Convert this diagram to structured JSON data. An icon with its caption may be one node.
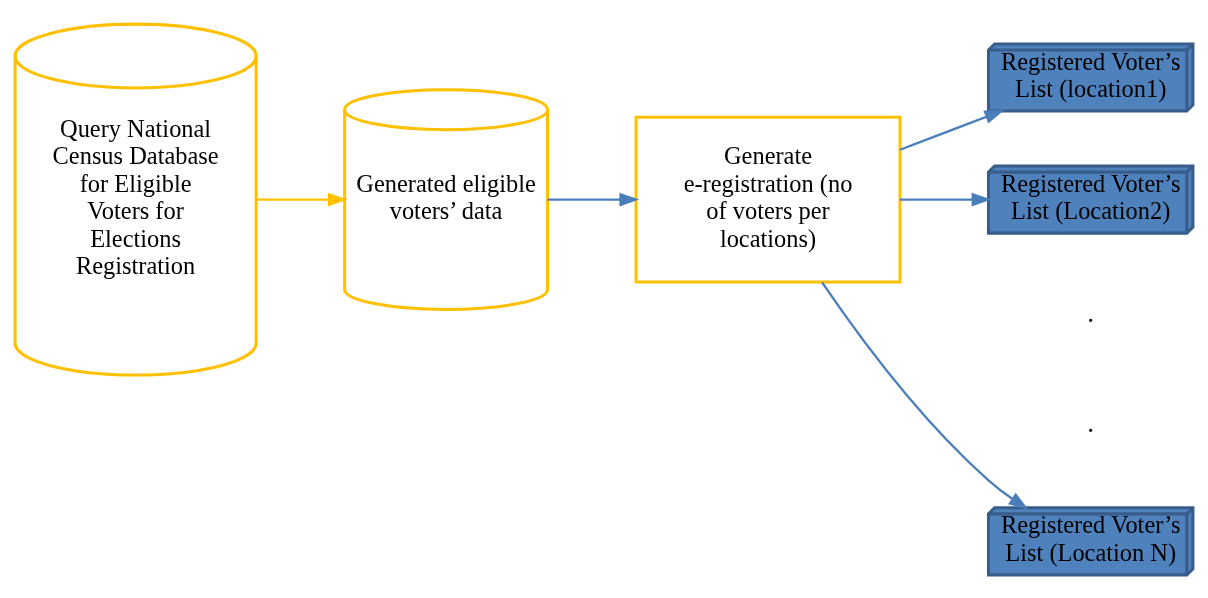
{
  "diagram": {
    "nodes": [
      {
        "text": [
          "Query National Census Database for Eligible Voters for Elections Registration"
        ]
      },
      {
        "text": [
          "Generated eligible voters’ data"
        ]
      },
      {
        "text": [
          "Generate e-registration (no of voters per locations)"
        ]
      },
      {
        "text": [
          "Registered Voter’s List (location1)"
        ]
      },
      {
        "text": [
          "Registered Voter’s List (Location2)"
        ]
      },
      {
        "text": [
          "Registered Voter’s List (Location N)"
        ]
      }
    ],
    "edges": [
      {
        "from": 0,
        "to": 1,
        "arrow": "to",
        "color": "#ffc000"
      },
      {
        "from": 1,
        "to": 2,
        "arrow": "to"
      },
      {
        "from": 2,
        "to": 3,
        "arrow": "to"
      },
      {
        "from": 2,
        "to": 4,
        "arrow": "to"
      },
      {
        "from": 2,
        "to": 5,
        "arrow": "to"
      }
    ],
    "labels": [
      ".",
      "."
    ]
  }
}
